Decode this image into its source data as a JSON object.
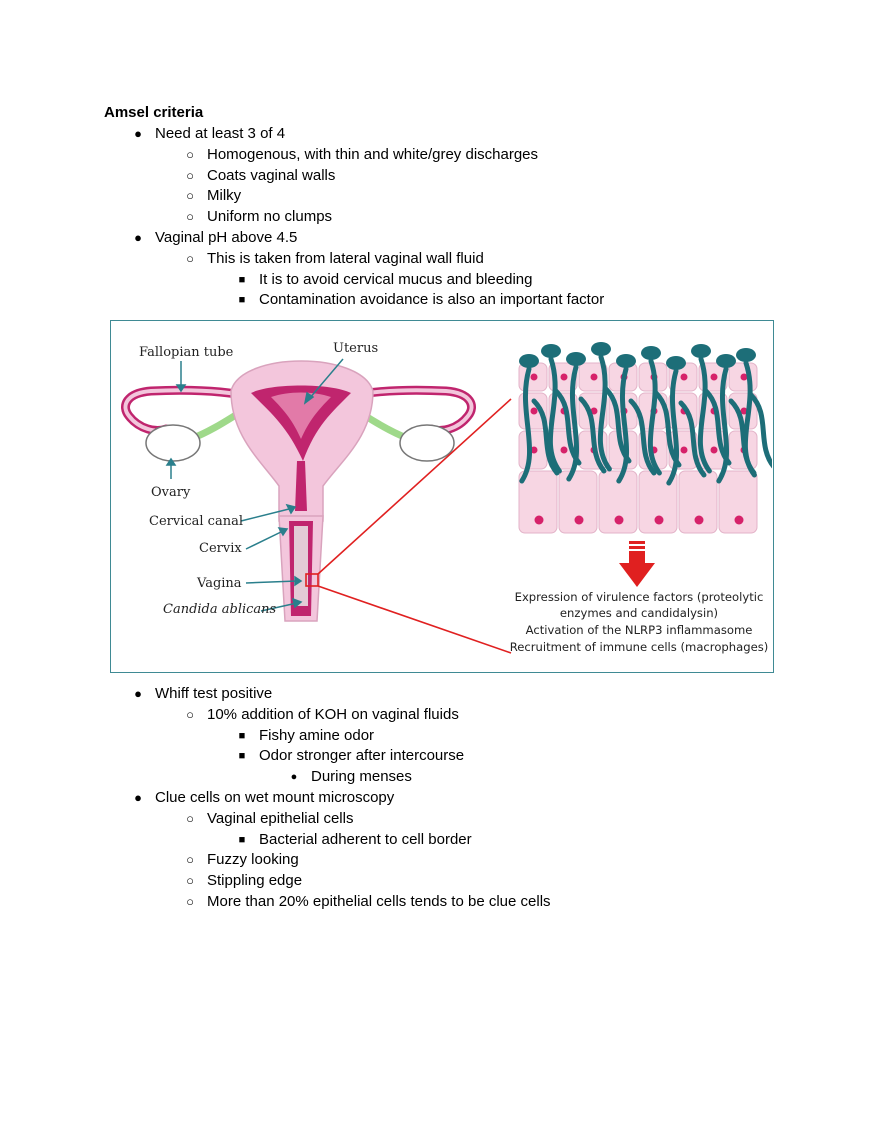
{
  "heading": "Amsel criteria",
  "list_top": [
    {
      "level": 1,
      "marker": "●",
      "text": "Need at least 3 of 4"
    },
    {
      "level": 2,
      "marker": "○",
      "text": "Homogenous, with thin and white/grey discharges"
    },
    {
      "level": 2,
      "marker": "○",
      "text": "Coats vaginal walls"
    },
    {
      "level": 2,
      "marker": "○",
      "text": "Milky"
    },
    {
      "level": 2,
      "marker": "○",
      "text": "Uniform no clumps"
    },
    {
      "level": 1,
      "marker": "●",
      "text": "Vaginal pH above 4.5"
    },
    {
      "level": 2,
      "marker": "○",
      "text": "This is taken from lateral vaginal wall fluid"
    },
    {
      "level": 3,
      "marker": "■",
      "text": "It is to avoid cervical mucus and bleeding"
    },
    {
      "level": 3,
      "marker": "■",
      "text": "Contamination avoidance is also an important factor"
    }
  ],
  "figure": {
    "labels": {
      "fallopian_tube": "Fallopian tube",
      "uterus": "Uterus",
      "ovary": "Ovary",
      "cervical_canal": "Cervical canal",
      "cervix": "Cervix",
      "vagina": "Vagina",
      "candida": "Candida ablicans"
    },
    "caption_lines": [
      "Expression of virulence factors (proteolytic",
      "enzymes and candidalysin)",
      "Activation of the NLRP3 inflammasome",
      "Recruitment of immune cells (macrophages)"
    ],
    "colors": {
      "border": "#3f8a94",
      "uterus_pink": "#f3c6dc",
      "magenta": "#c0256e",
      "tube_green": "#9fd98a",
      "arrow_teal": "#2a7f8c",
      "candida_teal": "#1d6e78",
      "cell_pink": "#f7d6e3",
      "nucleus": "#d6226a",
      "zoom_red": "#e02020"
    }
  },
  "list_bottom": [
    {
      "level": 1,
      "marker": "●",
      "text": "Whiff test positive"
    },
    {
      "level": 2,
      "marker": "○",
      "text": "10% addition of KOH on vaginal fluids"
    },
    {
      "level": 3,
      "marker": "■",
      "text": "Fishy amine odor"
    },
    {
      "level": 3,
      "marker": "■",
      "text": "Odor stronger after intercourse"
    },
    {
      "level": 4,
      "marker": "●",
      "text": "During menses"
    },
    {
      "level": 1,
      "marker": "●",
      "text": "Clue cells on wet mount microscopy"
    },
    {
      "level": 2,
      "marker": "○",
      "text": "Vaginal epithelial cells"
    },
    {
      "level": 3,
      "marker": "■",
      "text": "Bacterial adherent to cell border"
    },
    {
      "level": 2,
      "marker": "○",
      "text": "Fuzzy looking"
    },
    {
      "level": 2,
      "marker": "○",
      "text": "Stippling edge"
    },
    {
      "level": 2,
      "marker": "○",
      "text": "More than 20% epithelial cells tends to be clue cells"
    }
  ]
}
